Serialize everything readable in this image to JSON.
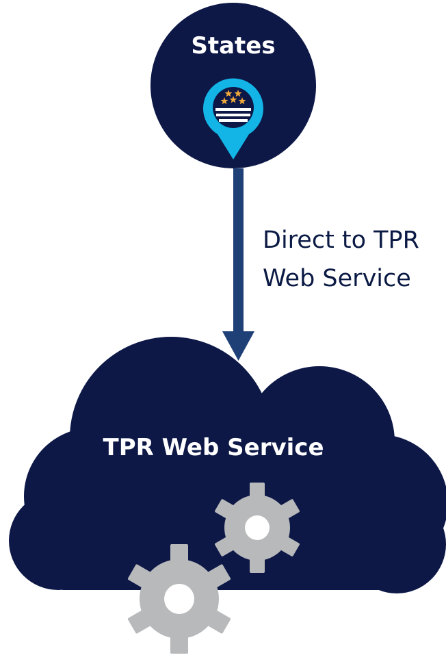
{
  "nodes": {
    "states": {
      "label": "States"
    },
    "service": {
      "label": "TPR Web Service"
    }
  },
  "edge": {
    "label_line1": "Direct to TPR",
    "label_line2": "Web Service"
  },
  "icons": {
    "location": "location-pin-icon",
    "gears": "gears-icon"
  },
  "colors": {
    "navy": "#0d1847",
    "arrow": "#1f3f77",
    "pin": "#12b5e6",
    "gear": "#b8b9bb",
    "star": "#f2a93b",
    "text_dark": "#0b1a44"
  }
}
